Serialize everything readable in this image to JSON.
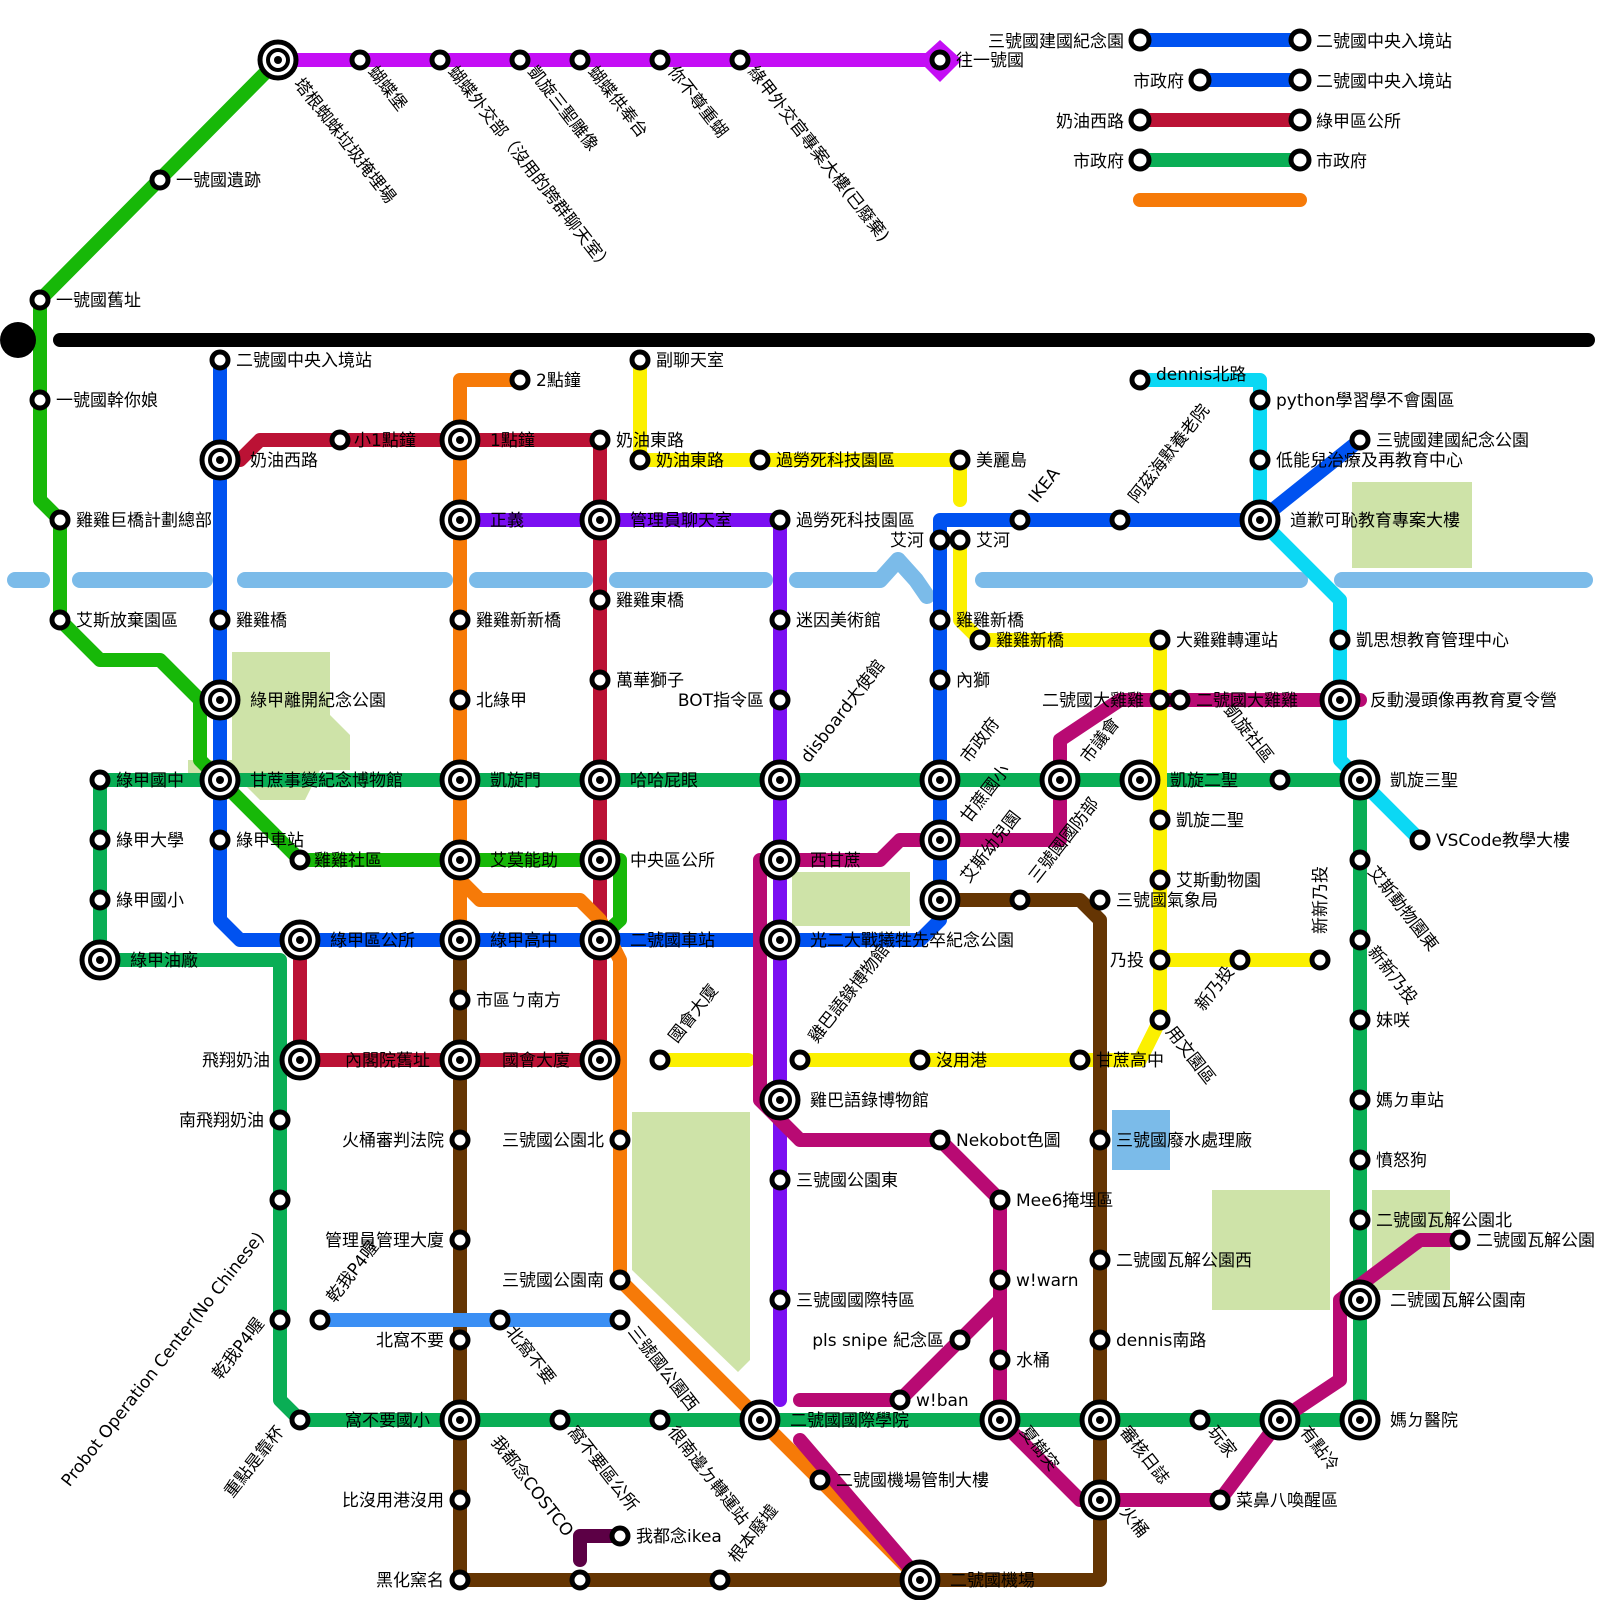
{
  "colors": {
    "green": "#17b808",
    "purple": "#c40ef5",
    "blue": "#0052f0",
    "red": "#bb1235",
    "emerald": "#0aae55",
    "orange": "#f67a08",
    "yellow": "#fbf000",
    "violet": "#7b0ff2",
    "magenta": "#b80a73",
    "cyan": "#0bd8f4",
    "brown": "#653503",
    "ltblue": "#3b8ff4",
    "river": "#7bbbe9",
    "park": "#cee3a8",
    "black": "#000000",
    "dkpurple": "#5c0045"
  },
  "legend": {
    "items": [
      {
        "from": "三號國建國紀念園",
        "to": "二號國中央入境站",
        "color": "blue"
      },
      {
        "from": "市政府",
        "to": "二號國中央入境站",
        "color": "blue"
      },
      {
        "from": "奶油西路",
        "to": "綠甲區公所",
        "color": "red"
      },
      {
        "from": "市政府",
        "to": "市政府",
        "color": "emerald"
      },
      {
        "from": "",
        "to": "",
        "color": "orange"
      }
    ]
  },
  "stations": [
    {
      "id": "s1",
      "label": "塔根蜘蛛垃圾掩埋場",
      "interchange": true
    },
    {
      "id": "s2",
      "label": "蝴蝶堡"
    },
    {
      "id": "s3",
      "label": "蝴蝶外交部（沒用的跨群聊天室）"
    },
    {
      "id": "s4",
      "label": "凱旋三聖雕像"
    },
    {
      "id": "s5",
      "label": "蝴蝶供奉台"
    },
    {
      "id": "s6",
      "label": "你不尊重蝴"
    },
    {
      "id": "s7",
      "label": "綠甲外交官專案大樓(已廢棄)"
    },
    {
      "id": "s8",
      "label": "往一號國"
    },
    {
      "id": "s9",
      "label": "一號國遺跡"
    },
    {
      "id": "s10",
      "label": "一號國舊址"
    },
    {
      "id": "s11",
      "label": "一號國幹你娘"
    },
    {
      "id": "s12",
      "label": "雞雞巨橋計劃總部"
    },
    {
      "id": "s13",
      "label": "艾斯放棄園區"
    },
    {
      "id": "s14",
      "label": "二號國中央入境站"
    },
    {
      "id": "s15",
      "label": "奶油西路",
      "interchange": true
    },
    {
      "id": "s16",
      "label": "小1點鐘"
    },
    {
      "id": "s17",
      "label": "雞雞橋"
    },
    {
      "id": "s18",
      "label": "綠甲離開紀念公園",
      "interchange": true
    },
    {
      "id": "s19",
      "label": "甘蔗事變紀念博物館",
      "interchange": true
    },
    {
      "id": "s20",
      "label": "綠甲車站"
    },
    {
      "id": "s21",
      "label": "雞雞社區"
    },
    {
      "id": "s22",
      "label": "綠甲國中"
    },
    {
      "id": "s23",
      "label": "綠甲大學"
    },
    {
      "id": "s24",
      "label": "綠甲國小"
    },
    {
      "id": "s25",
      "label": "綠甲油廠",
      "interchange": true
    },
    {
      "id": "s26",
      "label": "綠甲區公所",
      "interchange": true
    },
    {
      "id": "s27",
      "label": "飛翔奶油",
      "interchange": true
    },
    {
      "id": "s28",
      "label": "南飛翔奶油"
    },
    {
      "id": "s29",
      "label": "Probot Operation Center(No Chinese)"
    },
    {
      "id": "s30",
      "label": "乾我P4喔"
    },
    {
      "id": "s31",
      "label": "重點是靠杯"
    },
    {
      "id": "s32",
      "label": "2點鐘"
    },
    {
      "id": "s33",
      "label": "1點鐘",
      "interchange": true
    },
    {
      "id": "s34",
      "label": "正義",
      "interchange": true
    },
    {
      "id": "s35",
      "label": "雞雞新新橋"
    },
    {
      "id": "s36",
      "label": "北綠甲"
    },
    {
      "id": "s37",
      "label": "凱旋門",
      "interchange": true
    },
    {
      "id": "s38",
      "label": "艾莫能助",
      "interchange": true
    },
    {
      "id": "s39",
      "label": "綠甲高中",
      "interchange": true
    },
    {
      "id": "s40",
      "label": "市區ㄅ南方"
    },
    {
      "id": "s41",
      "label": "內閣院舊址",
      "interchange": true
    },
    {
      "id": "s42",
      "label": "火桶審判法院"
    },
    {
      "id": "s43",
      "label": "管理員管理大廈"
    },
    {
      "id": "s44",
      "label": "北窩不要"
    },
    {
      "id": "s45",
      "label": "窩不要國小",
      "interchange": true
    },
    {
      "id": "s46",
      "label": "比沒用港沒用"
    },
    {
      "id": "s47",
      "label": "黑化窯名"
    },
    {
      "id": "s48",
      "label": "乾我P4喔"
    },
    {
      "id": "s49",
      "label": "北窩不要"
    },
    {
      "id": "s50",
      "label": "奶油東路"
    },
    {
      "id": "s51",
      "label": "管理員聊天室",
      "interchange": true
    },
    {
      "id": "s52",
      "label": "雞雞東橋"
    },
    {
      "id": "s53",
      "label": "萬華獅子"
    },
    {
      "id": "s54",
      "label": "哈哈屁眼",
      "interchange": true
    },
    {
      "id": "s55",
      "label": "中央區公所",
      "interchange": true
    },
    {
      "id": "s56",
      "label": "二號國車站",
      "interchange": true
    },
    {
      "id": "s57",
      "label": "國會大廈",
      "interchange": true
    },
    {
      "id": "s58",
      "label": "三號國公園北"
    },
    {
      "id": "s59",
      "label": "三號國公園南"
    },
    {
      "id": "s60",
      "label": "三號國公園西"
    },
    {
      "id": "s61",
      "label": "窩不要區公所"
    },
    {
      "id": "s62",
      "label": "我都念COSTCO"
    },
    {
      "id": "s63",
      "label": "我都念ikea"
    },
    {
      "id": "s64",
      "label": "很南邊ㄉ轉運站"
    },
    {
      "id": "s65",
      "label": "根本廢墟"
    },
    {
      "id": "s66",
      "label": "副聊天室"
    },
    {
      "id": "s67",
      "label": "奶油東路"
    },
    {
      "id": "s68",
      "label": "過勞死科技園區"
    },
    {
      "id": "s69",
      "label": "美麗島"
    },
    {
      "id": "s70",
      "label": "過勞死科技園區"
    },
    {
      "id": "s71",
      "label": "迷因美術館"
    },
    {
      "id": "s72",
      "label": "BOT指令區"
    },
    {
      "id": "s73",
      "label": "disboard大使館",
      "interchange": true
    },
    {
      "id": "s74",
      "label": "西甘蔗",
      "interchange": true
    },
    {
      "id": "s75",
      "label": "光二大戰犧牲先卒紀念公園",
      "interchange": true
    },
    {
      "id": "s76",
      "label": "雞巴語錄博物館"
    },
    {
      "id": "s77",
      "label": "國會大廈"
    },
    {
      "id": "s78",
      "label": "雞巴語錄博物館",
      "interchange": true
    },
    {
      "id": "s79",
      "label": "三號國公園東"
    },
    {
      "id": "s80",
      "label": "三號國國際特區"
    },
    {
      "id": "s81",
      "label": "二號國國際學院",
      "interchange": true
    },
    {
      "id": "s82",
      "label": "二號國機場管制大樓"
    },
    {
      "id": "s83",
      "label": "二號國機場",
      "interchange": true
    },
    {
      "id": "s84",
      "label": "艾河"
    },
    {
      "id": "s85",
      "label": "艾河"
    },
    {
      "id": "s86",
      "label": "IKEA"
    },
    {
      "id": "s87",
      "label": "阿茲海默養老院"
    },
    {
      "id": "s88",
      "label": "道歉可恥教育專案大樓",
      "interchange": true
    },
    {
      "id": "s89",
      "label": "雞雞新橋"
    },
    {
      "id": "s90",
      "label": "雞雞新橋"
    },
    {
      "id": "s91",
      "label": "內獅"
    },
    {
      "id": "s92",
      "label": "市政府",
      "interchange": true
    },
    {
      "id": "s93",
      "label": "甘蔗國小",
      "interchange": true
    },
    {
      "id": "s94",
      "label": "艾斯幼兒園",
      "interchange": true
    },
    {
      "id": "s95",
      "label": "三號國國防部"
    },
    {
      "id": "s96",
      "label": "三號國氣象局"
    },
    {
      "id": "s97",
      "label": "沒用港"
    },
    {
      "id": "s98",
      "label": "甘蔗高中"
    },
    {
      "id": "s99",
      "label": "三號國廢水處理廠"
    },
    {
      "id": "s100",
      "label": "Nekobot色圖"
    },
    {
      "id": "s101",
      "label": "Mee6掩埋區"
    },
    {
      "id": "s102",
      "label": "w!warn"
    },
    {
      "id": "s103",
      "label": "pls snipe 紀念區"
    },
    {
      "id": "s104",
      "label": "水桶"
    },
    {
      "id": "s105",
      "label": "w!ban"
    },
    {
      "id": "s106",
      "label": "夏樹突",
      "interchange": true
    },
    {
      "id": "s107",
      "label": "二號國瓦解公園西"
    },
    {
      "id": "s108",
      "label": "dennis南路"
    },
    {
      "id": "s109",
      "label": "審核日誌",
      "interchange": true
    },
    {
      "id": "s110",
      "label": "火桶",
      "interchange": true
    },
    {
      "id": "s111",
      "label": "市議會",
      "interchange": true
    },
    {
      "id": "s112",
      "label": "凱旋二聖",
      "interchange": true
    },
    {
      "id": "s113",
      "label": "凱旋二聖"
    },
    {
      "id": "s114",
      "label": "艾斯動物園"
    },
    {
      "id": "s115",
      "label": "乃投"
    },
    {
      "id": "s116",
      "label": "新乃投"
    },
    {
      "id": "s117",
      "label": "新新乃投"
    },
    {
      "id": "s118",
      "label": "用文園區"
    },
    {
      "id": "s119",
      "label": "大雞雞轉運站"
    },
    {
      "id": "s120",
      "label": "二號國大雞雞"
    },
    {
      "id": "s121",
      "label": "二號國大雞雞"
    },
    {
      "id": "s122",
      "label": "凱旋社區"
    },
    {
      "id": "s123",
      "label": "dennis北路"
    },
    {
      "id": "s124",
      "label": "python學習學不會園區"
    },
    {
      "id": "s125",
      "label": "低能兒治療及再教育中心"
    },
    {
      "id": "s126",
      "label": "三號國建國紀念公園"
    },
    {
      "id": "s127",
      "label": "凱思想教育管理中心"
    },
    {
      "id": "s128",
      "label": "反動漫頭像再教育夏令營",
      "interchange": true
    },
    {
      "id": "s129",
      "label": "凱旋三聖",
      "interchange": true
    },
    {
      "id": "s130",
      "label": "VSCode教學大樓"
    },
    {
      "id": "s131",
      "label": "艾斯動物園東"
    },
    {
      "id": "s132",
      "label": "新新乃投"
    },
    {
      "id": "s133",
      "label": "妹咲"
    },
    {
      "id": "s134",
      "label": "媽ㄉ車站"
    },
    {
      "id": "s135",
      "label": "憤怒狗"
    },
    {
      "id": "s136",
      "label": "二號國瓦解公園北"
    },
    {
      "id": "s137",
      "label": "二號國瓦解公園"
    },
    {
      "id": "s138",
      "label": "二號國瓦解公園南",
      "interchange": true
    },
    {
      "id": "s139",
      "label": "媽ㄉ醫院",
      "interchange": true
    },
    {
      "id": "s140",
      "label": "有點冷",
      "interchange": true
    },
    {
      "id": "s141",
      "label": "菜鼻八喚醒區"
    },
    {
      "id": "s142",
      "label": "玩家"
    }
  ]
}
